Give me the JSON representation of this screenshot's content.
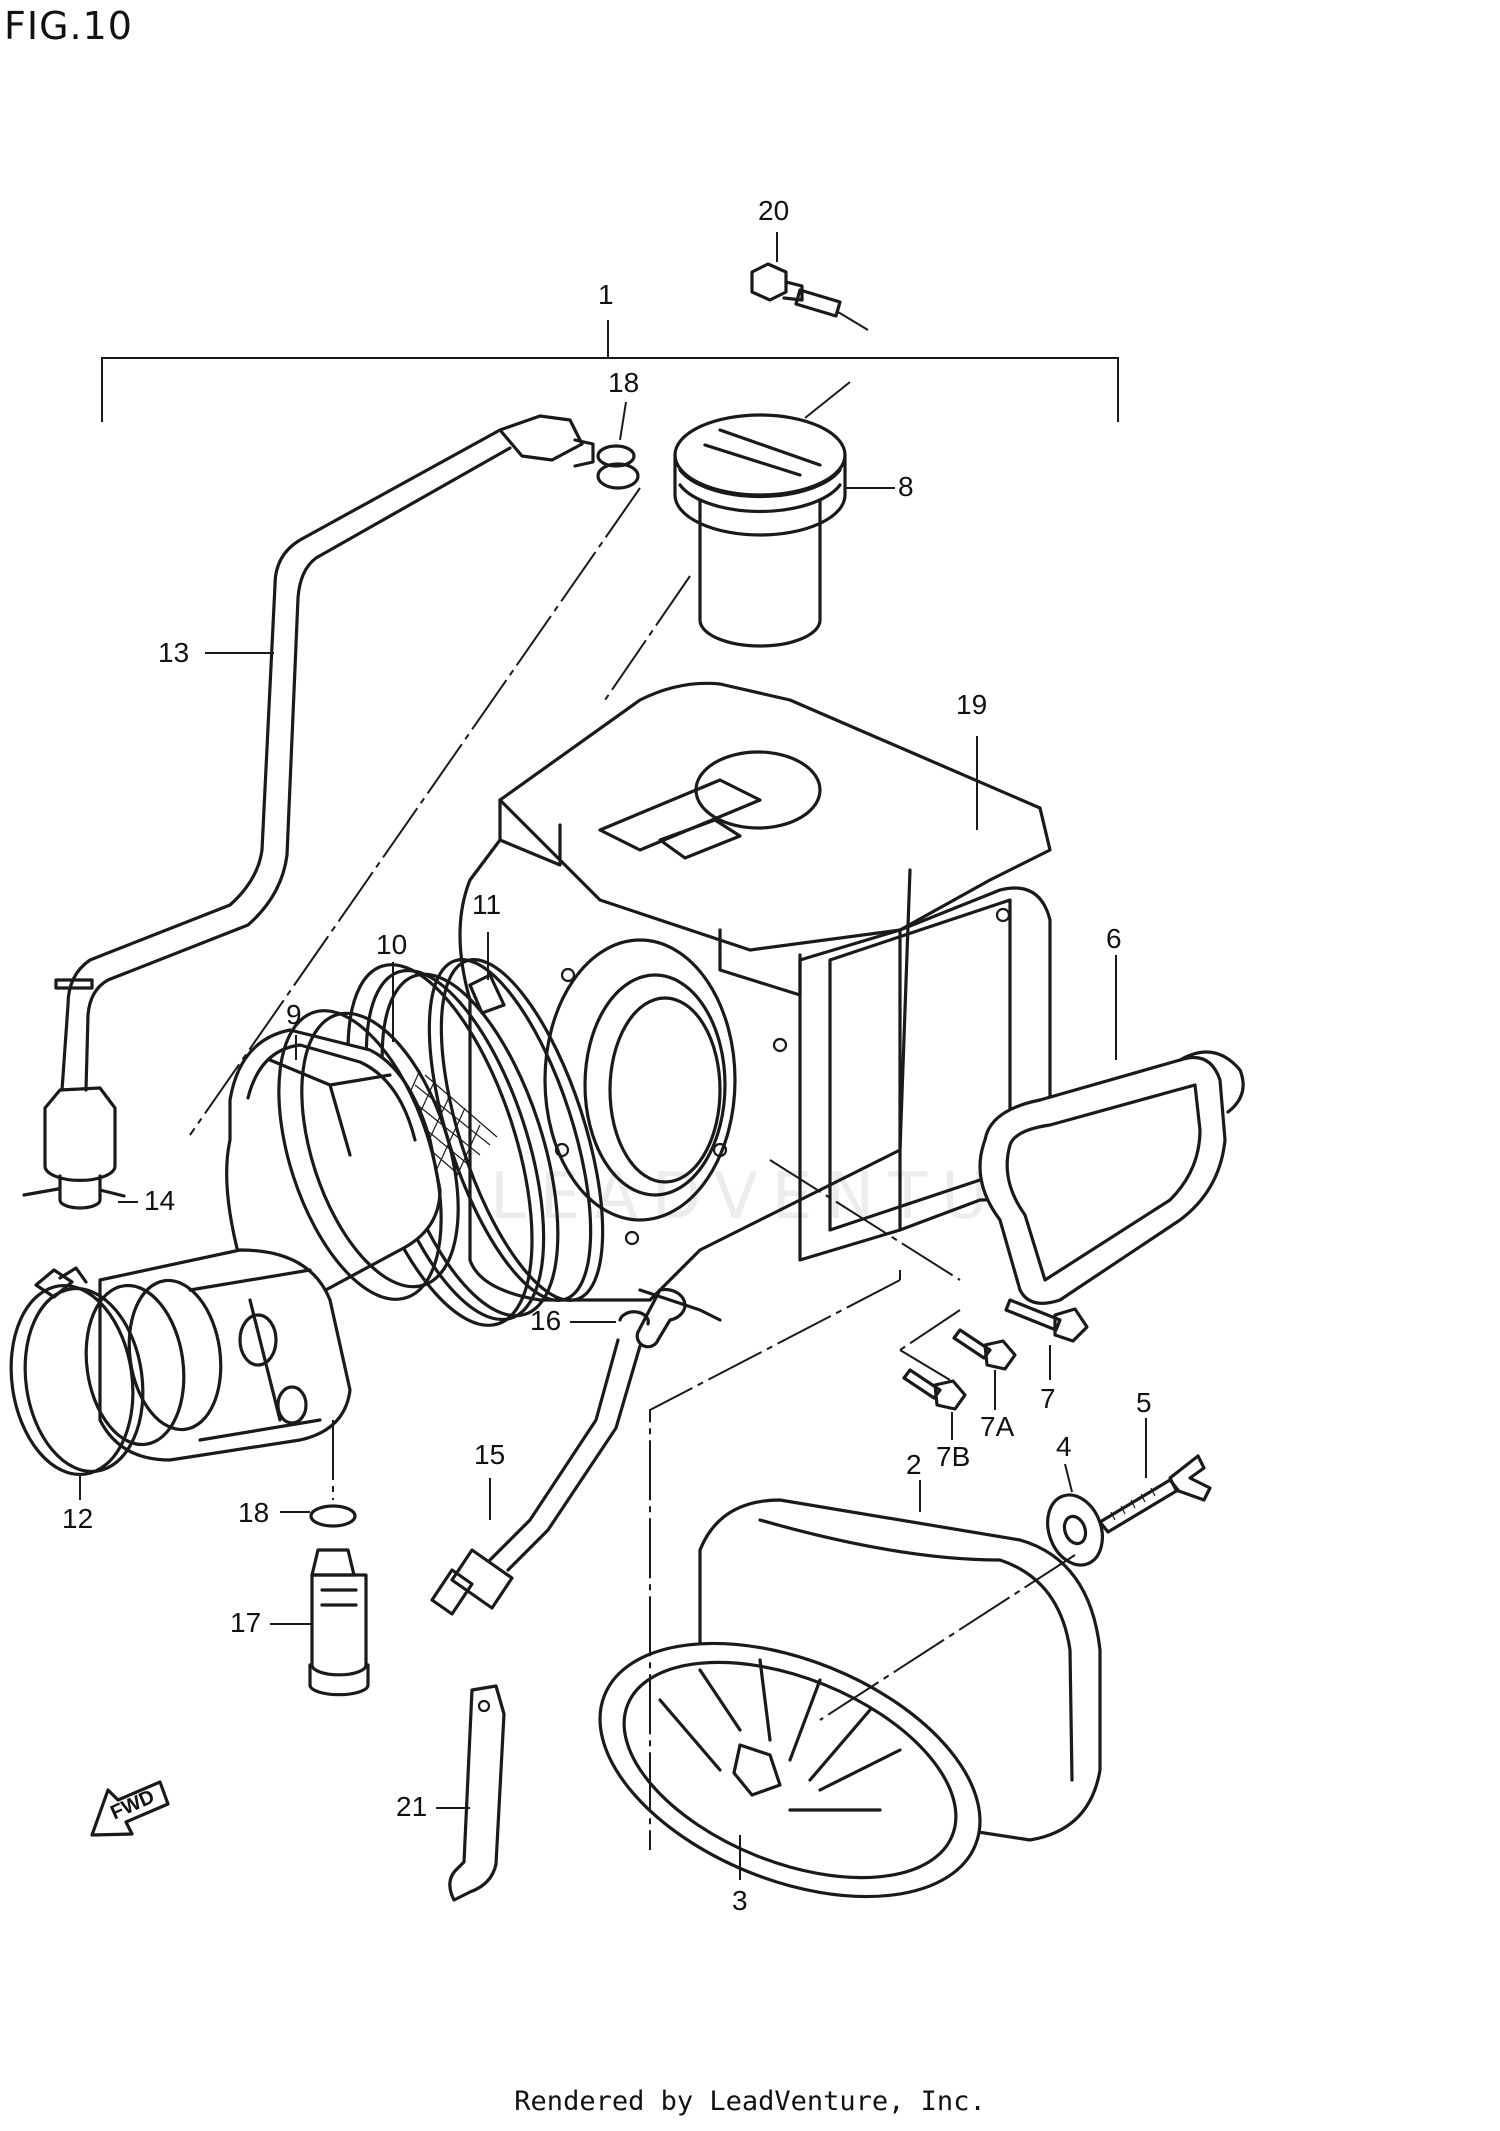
{
  "figure": {
    "title": "FIG.10"
  },
  "watermark": "LEADVENTURE",
  "footer": "Rendered by LeadVenture, Inc.",
  "fwd_arrow": {
    "label": "FWD"
  },
  "callouts": [
    {
      "id": "1",
      "label": "1"
    },
    {
      "id": "2",
      "label": "2"
    },
    {
      "id": "3",
      "label": "3"
    },
    {
      "id": "4",
      "label": "4"
    },
    {
      "id": "5",
      "label": "5"
    },
    {
      "id": "6",
      "label": "6"
    },
    {
      "id": "7",
      "label": "7"
    },
    {
      "id": "7A",
      "label": "7A"
    },
    {
      "id": "7B",
      "label": "7B"
    },
    {
      "id": "8",
      "label": "8"
    },
    {
      "id": "9",
      "label": "9"
    },
    {
      "id": "10",
      "label": "10"
    },
    {
      "id": "11",
      "label": "11"
    },
    {
      "id": "12",
      "label": "12"
    },
    {
      "id": "13",
      "label": "13"
    },
    {
      "id": "14",
      "label": "14"
    },
    {
      "id": "15",
      "label": "15"
    },
    {
      "id": "16",
      "label": "16"
    },
    {
      "id": "17",
      "label": "17"
    },
    {
      "id": "18a",
      "label": "18"
    },
    {
      "id": "18b",
      "label": "18"
    },
    {
      "id": "19",
      "label": "19"
    },
    {
      "id": "20",
      "label": "20"
    },
    {
      "id": "21",
      "label": "21"
    }
  ]
}
